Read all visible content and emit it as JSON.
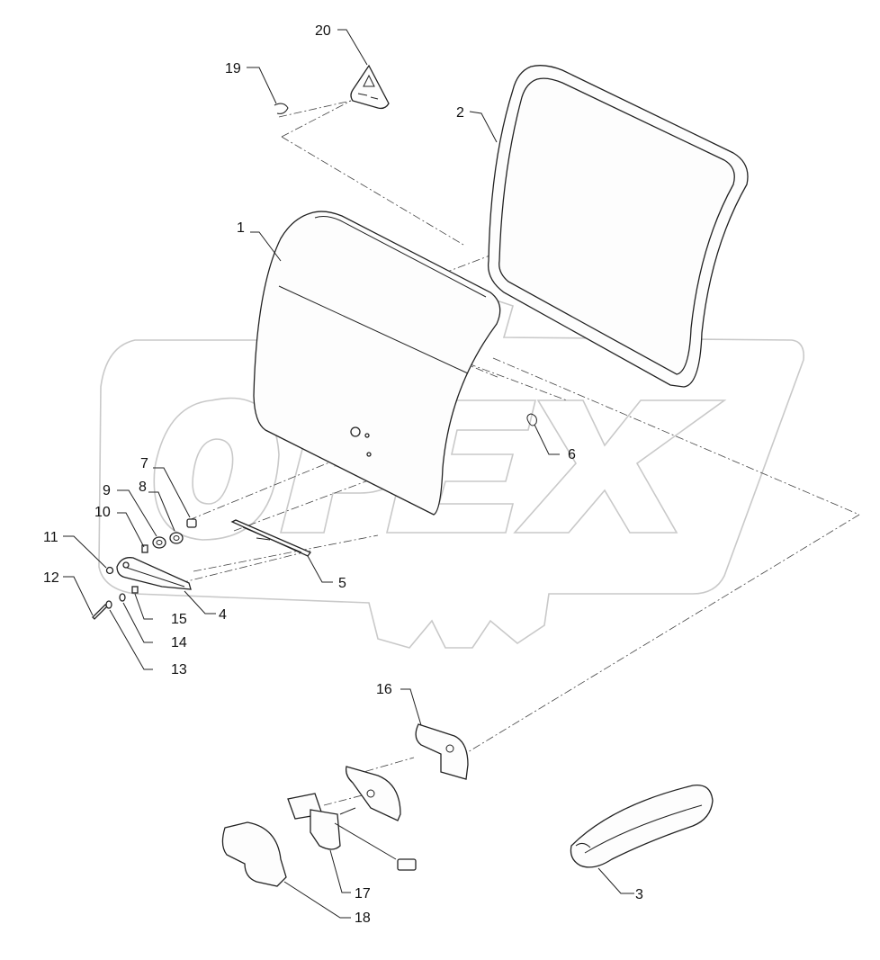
{
  "watermark": {
    "text": "OPEX"
  },
  "callouts": [
    {
      "id": "c1",
      "text": "1"
    },
    {
      "id": "c2",
      "text": "2"
    },
    {
      "id": "c3",
      "text": "3"
    },
    {
      "id": "c4",
      "text": "4"
    },
    {
      "id": "c5",
      "text": "5"
    },
    {
      "id": "c6",
      "text": "6"
    },
    {
      "id": "c7",
      "text": "7"
    },
    {
      "id": "c8",
      "text": "8"
    },
    {
      "id": "c9",
      "text": "9"
    },
    {
      "id": "c10",
      "text": "10"
    },
    {
      "id": "c11",
      "text": "11"
    },
    {
      "id": "c12",
      "text": "12"
    },
    {
      "id": "c13",
      "text": "13"
    },
    {
      "id": "c14",
      "text": "14"
    },
    {
      "id": "c15",
      "text": "15"
    },
    {
      "id": "c16",
      "text": "16"
    },
    {
      "id": "c17",
      "text": "17"
    },
    {
      "id": "c18",
      "text": "18"
    },
    {
      "id": "c19",
      "text": "19"
    },
    {
      "id": "c20",
      "text": "20"
    }
  ]
}
